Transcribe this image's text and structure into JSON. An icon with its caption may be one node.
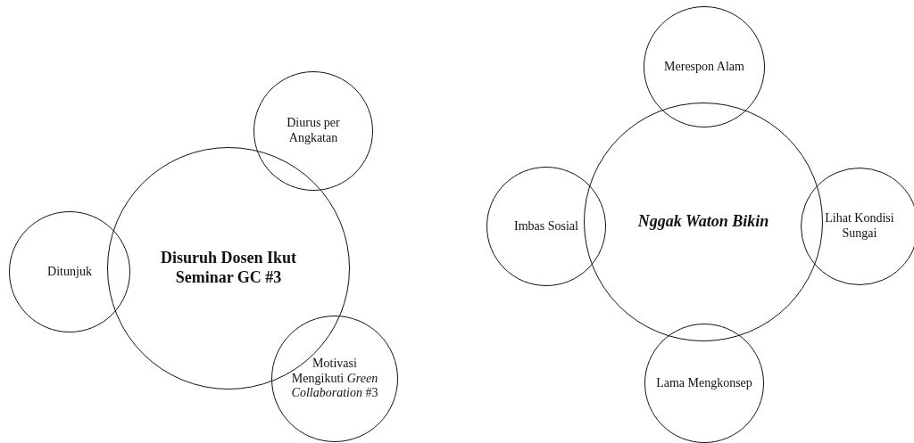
{
  "diagram": {
    "nodes": [
      {
        "text": [
          "Disuruh Dosen Ikut Seminar GC #3"
        ]
      },
      {
        "text": [
          "Diurus per Angkatan"
        ]
      },
      {
        "text": [
          "Ditunjuk"
        ]
      },
      {
        "text": [
          "Motivasi Mengikuti *Green Collaboration* #3"
        ]
      },
      {
        "text": [
          "Nggak Waton Bikin"
        ]
      },
      {
        "text": [
          "Merespon Alam"
        ]
      },
      {
        "text": [
          "Imbas Sosial"
        ]
      },
      {
        "text": [
          "Lihat Kondisi Sungai"
        ]
      },
      {
        "text": [
          "Lama Mengkonsep"
        ]
      }
    ]
  }
}
